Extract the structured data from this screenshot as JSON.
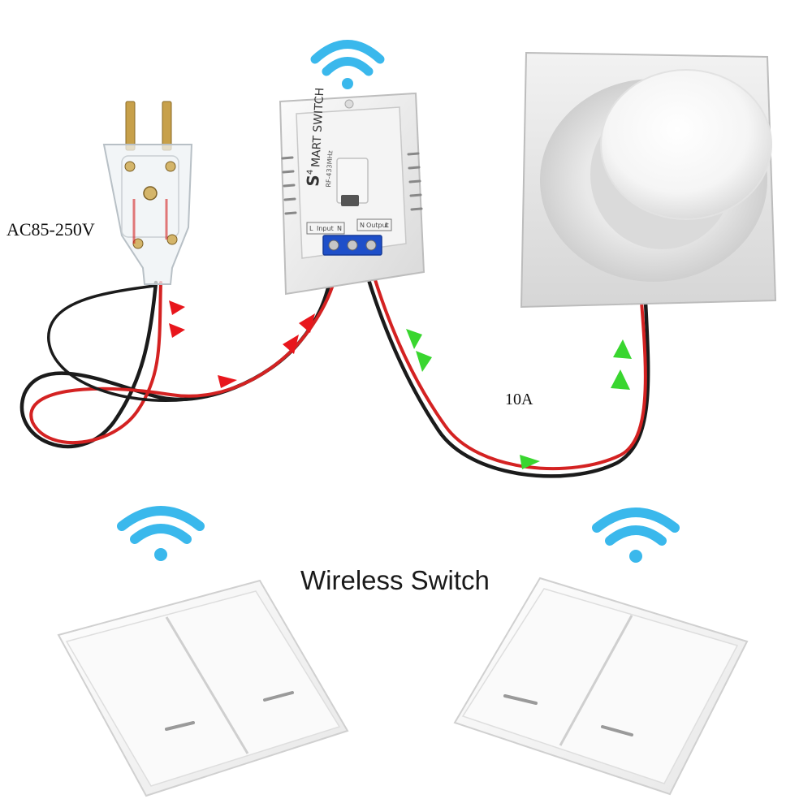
{
  "labels": {
    "voltage": "AC85-250V",
    "current": "10A",
    "title": "Wireless Switch"
  },
  "module": {
    "brand_letter": "S",
    "brand_superscript": "4",
    "product_name": "MART SWITCH",
    "model": "RF-433MHz",
    "input_label": "Input",
    "output_label": "Output",
    "terminal_l": "L",
    "terminal_n": "N"
  },
  "colors": {
    "wifi": "#3ab8ec",
    "arrow_input": "#e8161c",
    "arrow_output": "#39d62f",
    "wire_red": "#d42222",
    "wire_black": "#1b1b1b",
    "terminal_blue": "#1e4fc9"
  }
}
